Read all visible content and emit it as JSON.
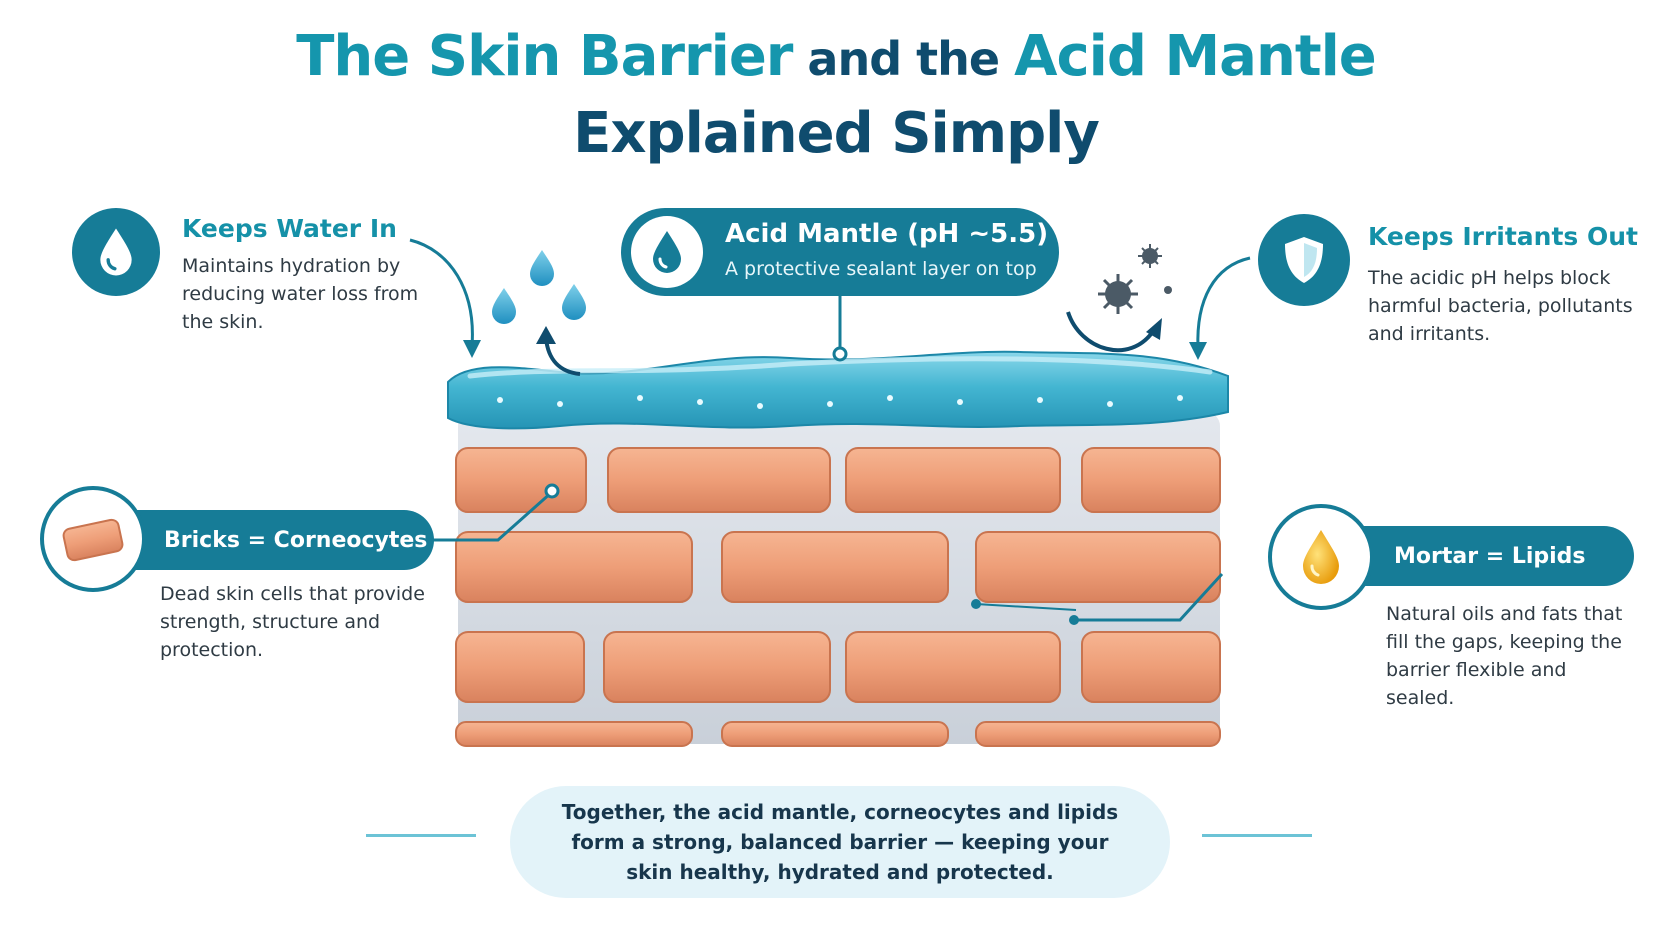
{
  "title": {
    "part1": "The Skin Barrier",
    "part2": " and the ",
    "part3": "Acid Mantle",
    "line2": "Explained Simply"
  },
  "acid_mantle": {
    "title": "Acid Mantle (pH ~5.5)",
    "subtitle": "A protective sealant layer on top"
  },
  "keeps_water_in": {
    "title": "Keeps Water In",
    "text": "Maintains hydration by reducing water loss from the skin."
  },
  "keeps_irritants_out": {
    "title": "Keeps Irritants Out",
    "text": "The acidic pH helps block harmful bacteria, pollutants and irritants."
  },
  "bricks": {
    "label": "Bricks = Corneocytes",
    "text": "Dead skin cells that provide strength, structure and protection."
  },
  "mortar": {
    "label": "Mortar = Lipids",
    "text": "Natural oils and fats that fill the gaps, keeping the barrier flexible and sealed."
  },
  "summary": "Together, the acid mantle, corneocytes and lipids form a strong, balanced barrier — keeping your skin healthy, hydrated and protected.",
  "colors": {
    "teal_dark": "#167c97",
    "teal_accent": "#1596ad",
    "navy": "#0f4c6e",
    "brick": "#efa07a",
    "mortar": "#d6dce3",
    "acid_layer": "#46b9d4",
    "oil_drop": "#f2b21c"
  }
}
